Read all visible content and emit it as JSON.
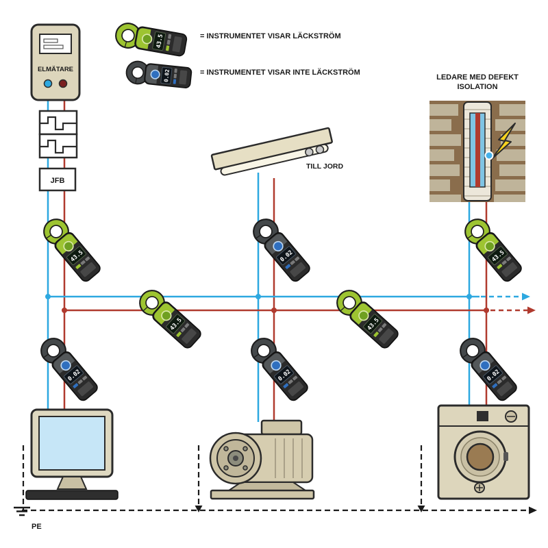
{
  "labels": {
    "meter": "ELMÄTARE",
    "breaker": "JFB",
    "to_ground": "TILL JORD",
    "defect_line1": "LEDARE MED DEFEKT",
    "defect_line2": "ISOLATION",
    "pe": "PE"
  },
  "legend": {
    "items": [
      {
        "kind": "leak",
        "value": "43.5",
        "label": "= INSTRUMENTET VISAR LÄCKSTRÖM"
      },
      {
        "kind": "no-leak",
        "value": "0.02",
        "label": "= INSTRUMENTET VISAR INTE LÄCKSTRÖM"
      }
    ]
  },
  "clamps": [
    {
      "id": "left-upper",
      "kind": "leak",
      "value": "43.5"
    },
    {
      "id": "left-lower",
      "kind": "no-leak",
      "value": "0.02"
    },
    {
      "id": "bus-left",
      "kind": "leak",
      "value": "43.5"
    },
    {
      "id": "middle-upper",
      "kind": "no-leak",
      "value": "0.02"
    },
    {
      "id": "bus-right",
      "kind": "leak",
      "value": "43.5"
    },
    {
      "id": "middle-lower",
      "kind": "no-leak",
      "value": "0.02"
    },
    {
      "id": "right-upper",
      "kind": "leak",
      "value": "43.5"
    },
    {
      "id": "right-lower",
      "kind": "no-leak",
      "value": "0.02"
    }
  ],
  "colors": {
    "wire_blue": "#2da8e0",
    "wire_red": "#b03a2e",
    "clamp_green": "#9dc431",
    "clamp_dark": "#44484a",
    "lightning_yellow": "#f7d21e"
  }
}
